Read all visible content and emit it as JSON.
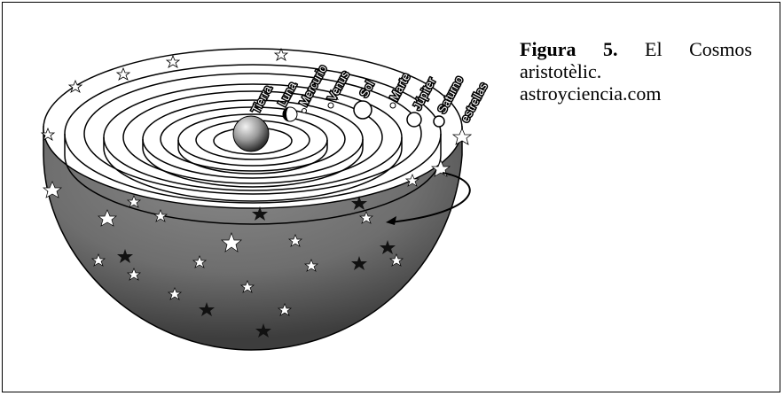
{
  "caption": {
    "figure_label": "Figura 5.",
    "text_line1": "El Cosmos",
    "text_line2": "aristotèlic.",
    "text_line3": "astroyciencia.com"
  },
  "diagram": {
    "labels": [
      "Tierra",
      "Luna",
      "Mercurio",
      "Venus",
      "Sol",
      "Marte",
      "Júpiter",
      "Saturno",
      "estrellas"
    ]
  }
}
